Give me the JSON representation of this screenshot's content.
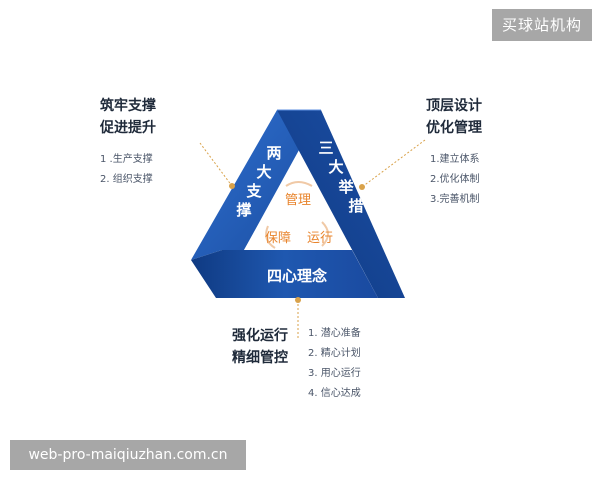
{
  "watermarks": {
    "top_right": "买球站机构",
    "bottom_left": "web-pro-maiqiuzhan.com.cn"
  },
  "left_group": {
    "title_lines": [
      "筑牢支撑",
      "促进提升"
    ],
    "items": [
      "1 .生产支撑",
      "2. 组织支撑"
    ]
  },
  "right_group": {
    "title_lines": [
      "顶层设计",
      "优化管理"
    ],
    "items": [
      "1.建立体系",
      "2.优化体制",
      "3.完善机制"
    ]
  },
  "bottom_group": {
    "title_lines": [
      "强化运行",
      "精细管控"
    ],
    "items": [
      "1. 潜心准备",
      "2. 精心计划",
      "3. 用心运行",
      "4. 信心达成"
    ]
  },
  "triangle": {
    "left_side_chars": [
      "两",
      "大",
      "支",
      "撑"
    ],
    "right_side_chars": [
      "三",
      "大",
      "举",
      "措"
    ],
    "bottom_label": "四心理念",
    "center_labels": {
      "top": "管理",
      "left": "保障",
      "right": "运行"
    }
  },
  "colors": {
    "triangle_dark": "#0f3a82",
    "triangle_mid": "#1f58b0",
    "triangle_light": "#2f6fcf",
    "accent_orange": "#e8842c",
    "leader_dot": "#d9a24a"
  }
}
